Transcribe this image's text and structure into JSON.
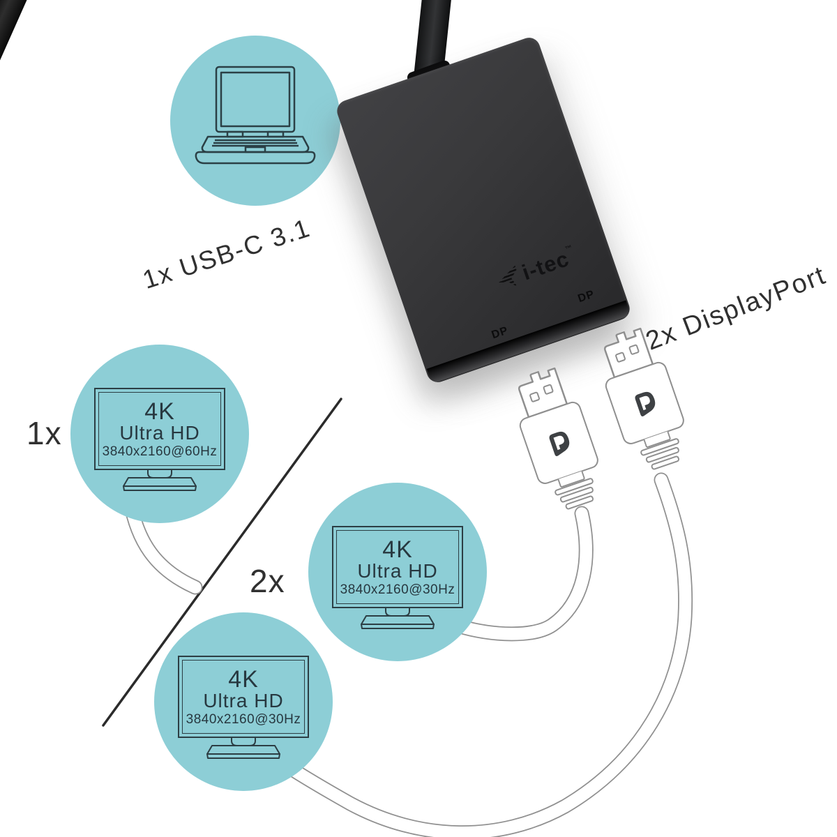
{
  "labels": {
    "input": "1x USB-C 3.1",
    "output": "2x DisplayPort",
    "single_count": "1x",
    "dual_count": "2x"
  },
  "device": {
    "brand_logo": "i-tec",
    "brand_tm": "™",
    "port_labels": [
      "DP",
      "DP"
    ]
  },
  "monitors": [
    {
      "line1": "4K",
      "line2": "Ultra HD",
      "line3": "3840x2160@60Hz"
    },
    {
      "line1": "4K",
      "line2": "Ultra HD",
      "line3": "3840x2160@30Hz"
    },
    {
      "line1": "4K",
      "line2": "Ultra HD",
      "line3": "3840x2160@30Hz"
    }
  ],
  "icons": {
    "laptop": "laptop-outline-icon",
    "monitor": "monitor-outline-icon",
    "displayport_plug": "displayport-connector-icon",
    "dp_logo": "displayport-logo-icon",
    "usb_c_plug": "usb-c-connector-icon",
    "brand_mark": "i-tec-star-icon"
  },
  "colors": {
    "accent_teal": "#8DCED6",
    "icon_stroke": "#2C3E44",
    "label_text": "#303030",
    "adapter_body": "#323234",
    "cable_outline": "#909090",
    "dp_logo_fill": "#3E4144",
    "separator_line": "#2B2B2B"
  }
}
